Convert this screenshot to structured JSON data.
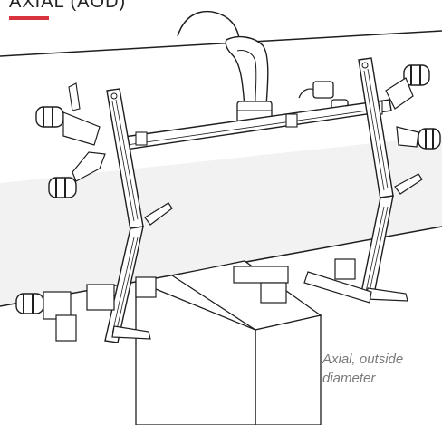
{
  "heading": {
    "text": "AXIAL (AOD)"
  },
  "caption": {
    "line1": "Axial, outside",
    "line2": "diameter"
  },
  "colors": {
    "accent": "#d8323c",
    "line": "#1e1e1e",
    "pipe_band": "#f2f2f2",
    "caption": "#7a7a7a"
  },
  "icons": [
    "pipe-scanner-illustration"
  ]
}
